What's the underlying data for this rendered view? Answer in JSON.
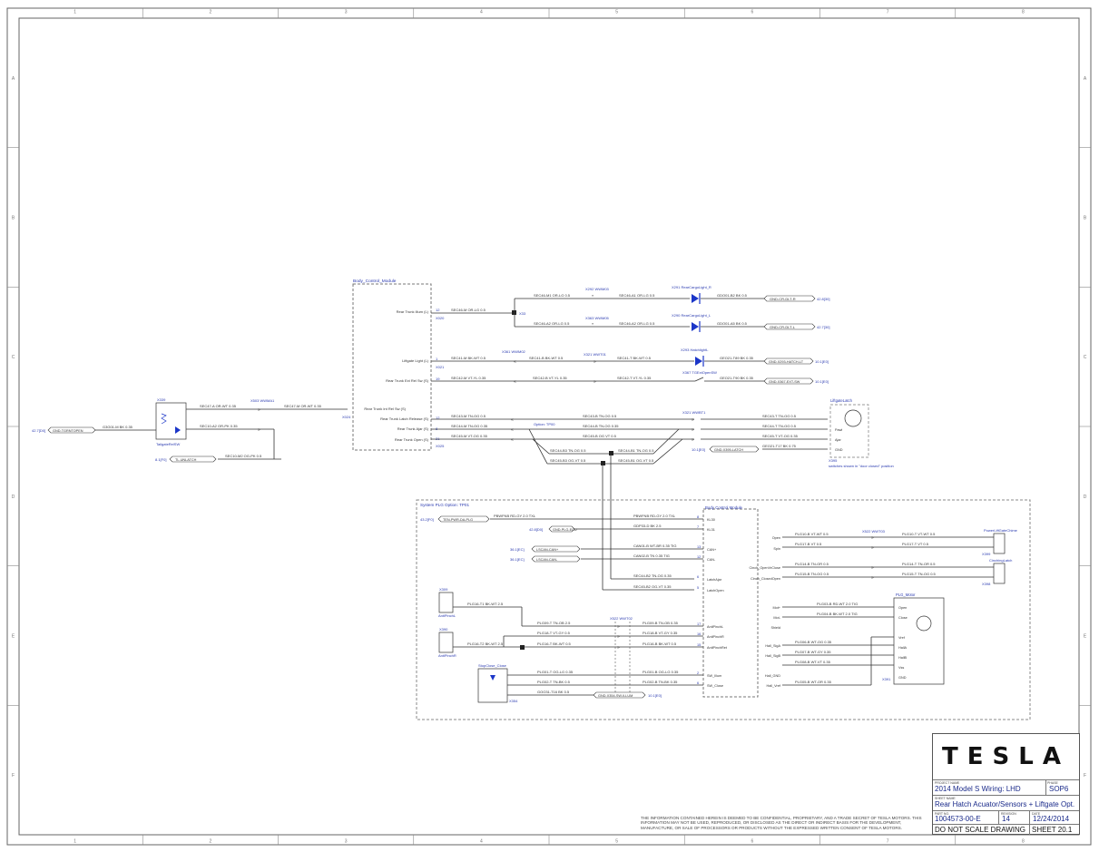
{
  "border": {
    "cols": [
      "1",
      "2",
      "3",
      "4",
      "5",
      "6",
      "7",
      "8"
    ],
    "rows": [
      "A",
      "B",
      "C",
      "D",
      "E",
      "F"
    ]
  },
  "groups": {
    "body_ctrl_mod": "Body_Control_Module",
    "sys_plg": "System PLG Option: TP01",
    "option_tp00": "Option: TP00",
    "body_ctrl_mod2": "Body Control Module",
    "liftgate_latch": "LiftgateLatch",
    "plg_motor": "PLG_Motor",
    "power_gate_chime": "PowerLiftGateChime",
    "cinching_latch": "CinchingLatch",
    "switches_note": "switches shown in \"door closed\" position",
    "tailgate_rel_sw": "TailgateRelSW",
    "anti_pinch_l": "AntiPinchL",
    "anti_pinch_r": "AntiPinchR",
    "stop_close": "StopClose_Close"
  },
  "connectors": {
    "x339": "X339",
    "x503_wwma1": "X503 WWMA1",
    "x504": "X504",
    "x020": "X020",
    "x024": "X024",
    "x025": "X025",
    "x021": "X021",
    "x292_wwm": "X292 WWM03",
    "x363_wwm": "X363 WWM05",
    "x361_wwm": "X361 WWM02",
    "x321_wwt": "X321 WWT01",
    "x291": "X291 RearCargoLight_R",
    "x290": "X290 RearCargoLight_L",
    "x293": "X293 HatchlightL",
    "x367": "X367 TGExtOpenSW",
    "x321b_wwt": "X321 WWBT1",
    "x333": "X333",
    "x367_gnd": "X367",
    "x361b": "X361 WWMB2",
    "x522": "X522 WWT02",
    "x522b": "X522 WWT03",
    "x309": "X309",
    "x390": "X390",
    "x397": "X397",
    "x393": "X393",
    "x395": "X395",
    "x301": "X301",
    "x307": "X307",
    "x354": "X354",
    "x330": "X330",
    "x399": "X399",
    "x398": "X398",
    "x396": "X396",
    "x391": "X391"
  },
  "bcm_pins_left": [
    "Rear Trunk Illum (L)",
    "Liftgate Light (L)",
    "Rear Trunk Ext Rel Sw (S)",
    "Rear Trunk Int Rel Sw (S)",
    "Rear Trunk Latch Release (S)",
    "Rear Trunk Ajar (S)",
    "Rear Trunk Open (S)"
  ],
  "bcm_pin_nums": [
    "12",
    "1",
    "19",
    "3",
    "12",
    "8",
    "21"
  ],
  "bcm2_pins": [
    "KL30",
    "KL31",
    "CAN+",
    "CAN-",
    "LatchAjar",
    "LatchOpen",
    "AntiPinchL",
    "AntiPinchR",
    "AntiPinchRet",
    "SW_Illum",
    "SW_Close"
  ],
  "bcm2_pin_nums": [
    "8",
    "7",
    "13",
    "12",
    "6",
    "5",
    "17",
    "16",
    "15",
    "2",
    "6"
  ],
  "plg_right_pins": [
    "Open",
    "Close",
    "Vref",
    "HallA",
    "HallB",
    "Vss",
    "GND"
  ],
  "plg_left_labels": [
    "Open",
    "Spin",
    "Cinch_OpenVrClose",
    "Cinch_ClosedOpen",
    "Mot+",
    "Mot-",
    "Shield",
    "Hall_SigA",
    "Hall_SigB",
    "Hall_GND",
    "Hall_Vref"
  ],
  "latch_pins": [
    "Pawl",
    "Ajar",
    "Open",
    "GND"
  ],
  "wires": {
    "w_sec45": "SEC46-M1 OR-LG 0.5",
    "w_sec45b": "SEC46-A1 OR-LG 0.5",
    "w_sec46c": "SEC46-A2 OR-LG 0.5",
    "w_sec46d": "SEC46-A2 OR-LG 0.5",
    "w_gnd_r": "GDO01-B2 BK 0.5",
    "w_gnd_l": "GDO01-A5 BK 0.5",
    "w_sec46m": "SEC46-M OR-LG 0.5",
    "w_sec41": "SEC41-M BK-WT 0.5",
    "w_sec41b": "SEC41-B BK-WT 0.5",
    "w_sec41c": "SEC41-T BK-WT 0.5",
    "w_gnd_hatch": "GEO21-T89 BK 0.35",
    "w_sec42": "SEC42-M VT-YL 0.35",
    "w_sec42b": "SEC42-B VT-YL 0.35",
    "w_sec42c": "SEC42-T VT-YL 0.35",
    "w_gnd_ext": "GEO21-T90 BK 0.35",
    "w_sec47": "SEC47-A OR-WT 0.35",
    "w_sec47m": "SEC47-M OR-WT 0.35",
    "w_sec10": "SEC10-A2 OR-PK 0.35",
    "w_sec10m": "SEC10-M2 OG-PK 0.5",
    "w_g301": "G3G01-M BK 0.35",
    "w_sec43": "SEC43-M TN-OG 0.5",
    "w_sec43b": "SEC43-B TN-OG 0.5",
    "w_sec43c": "SEC43-T TN-OG 0.5",
    "w_sec44": "SEC44-M TN-OG 0.35",
    "w_sec44b": "SEC44-B TN-OG 0.35",
    "w_sec44c": "SEC44-T TN-OG 0.5",
    "w_sec45m": "SEC45-M VT-OG 0.35",
    "w_sec45bb": "SEC45-B OG VT 0.5",
    "w_sec45t": "SEC45-T VT-OG 0.35",
    "w_sec44d": "SEC44-B3 TN-OG 0.5",
    "w_sec45d": "SEC45-B3 OG-VT 0.5",
    "w_sec44e": "SEC44-B1 TN-OG 0.5",
    "w_sec45e": "SEC45-B1 OG-VT 0.5",
    "w_gnd_latch": "GEO21-T17 BK 0.75",
    "w_pwr": "PBWFNB RD-GY 2.0 TXL",
    "w_gnd_plg": "GDP33-D BK 2.5",
    "w_can_h": "CAN01-B WT-BR 0.35 TIG",
    "w_can_l": "CAN02-B TN 0.35 TIG",
    "w_sec44f": "SEC44-B2 TN-OG 0.35",
    "w_sec45f": "SEC45-B2 OG-VT 0.35",
    "w_plg16": "PLG16-T1 BK-WT 2.5",
    "w_plg16b": "PLG16-T2 BK-WT 2.5",
    "w_plg09": "PLG09-T TN-OB 2.5",
    "w_plg09b": "PLG09-B TN-OB 0.35",
    "w_plg18": "PLG18-T VT-GY 0.5",
    "w_plg18b": "PLG18-B VT-GY 0.35",
    "w_plg16c": "PLG16-T BK-WT 0.5",
    "w_plg16d": "PLG16-B BK-WT 0.5",
    "w_plg01": "PLG01-T OG-LG 0.35",
    "w_plg01b": "PLG01-B OG-LG 0.35",
    "w_plg02": "PLG02-T TN-BK 0.5",
    "w_plg02b": "PLG02-B TN-BK 0.35",
    "w_gnd_sw": "GOO31-T16 BK 0.5",
    "w_plg10": "PLG10-B VT-WT 0.5",
    "w_plg10t": "PLG10-T VT-WT 0.5",
    "w_plg17": "PLG17-B VT 0.5",
    "w_plg17t": "PLG17-T VT 0.5",
    "w_plg14": "PLG14-B TN-OR 0.5",
    "w_plg14t": "PLG14-T TN-OR 0.5",
    "w_plg15": "PLG15-B TN-OG 0.5",
    "w_plg15t": "PLG15-T TN-OG 0.5",
    "w_mot_p": "PLG03-B RD-WT 2.0 TIG",
    "w_mot_n": "PLG04-B BK-WT 2.0 TIG",
    "w_hall_a": "PLG06-B WT-OG 0.35",
    "w_hall_b": "PLG07-B WT-GY 0.35",
    "w_hall_gnd": "PLG08-B WT-VT 0.35",
    "w_hall_vref": "PLG05-B WT-OR 0.35"
  },
  "refs": {
    "r_gnd_cr_r": "GND-CR-DLT-R",
    "r_gnd_cr_r_ref": "42.8[30]",
    "r_gnd_cr_l": "GND-CR-DLT-L",
    "r_gnd_cr_l_ref": "42.7[30]",
    "r_gnd_hatch": "GND-X293-HATCH-LT",
    "r_gnd_hatch_ref": "10.1[E0]",
    "r_gnd_ext": "GND-X367-EXT-SW",
    "r_gnd_ext_ref": "10.1[E0]",
    "r_gnd_trunk": "GND-TGRNTOPEN",
    "r_gnd_trunk_ref": "42.7[D0]",
    "r_unlatch": "TL-UNLATCH",
    "r_unlatch_ref": "8.1[F0]",
    "r_gnd_latch": "GND-X395-LATCH",
    "r_gnd_latch_ref": "10.1[E0]",
    "r_plg_pwr": "TEN-PWR-DA-PLG",
    "r_plg_pwr_ref": "43.2[F0]",
    "r_plg_gnd": "GND-PLG-ECU",
    "r_plg_gnd_ref": "42.8[D0]",
    "r_can_h": "LSCAN-CAN+",
    "r_can_h_ref": "36.1[EC]",
    "r_can_l": "LSCAN-CAN-",
    "r_can_l_ref": "36.1[EC]",
    "r_gnd_sw": "GND-X354-SW-ILLUM",
    "r_gnd_sw_ref": "10.1[E0]"
  },
  "titleblock": {
    "logo": "TESLA",
    "project_cap": "Project Name",
    "project": "2014 Model S Wiring: LHD",
    "phase_cap": "Phase",
    "phase": "SOP6",
    "sheet_name_cap": "Sheet Name",
    "sheet_name": "Rear Hatch Acuator/Sensors + Liftgate Opt.",
    "part_cap": "Part No.",
    "part": "1004573-00-E",
    "rev_cap": "Revision",
    "rev": "14",
    "date_cap": "Date",
    "date": "12/24/2014",
    "dns": "DO NOT SCALE DRAWING",
    "sheet": "SHEET 20.1"
  },
  "notice": "THE INFORMATION CONTAINED HEREIN IS DEEMED TO BE CONFIDENTIAL, PROPRIETARY, AND A TRADE SECRET OF TESLA MOTORS. THIS INFORMATION MAY NOT BE USED, REPRODUCED, OR DISCLOSED AS THE DIRECT OR INDIRECT BASIS FOR THE DEVELOPMENT, MANUFACTURE, OR SALE OF PROCESSORS OR PRODUCTS WITHOUT THE EXPRESSED WRITTEN CONSENT OF TESLA MOTORS."
}
